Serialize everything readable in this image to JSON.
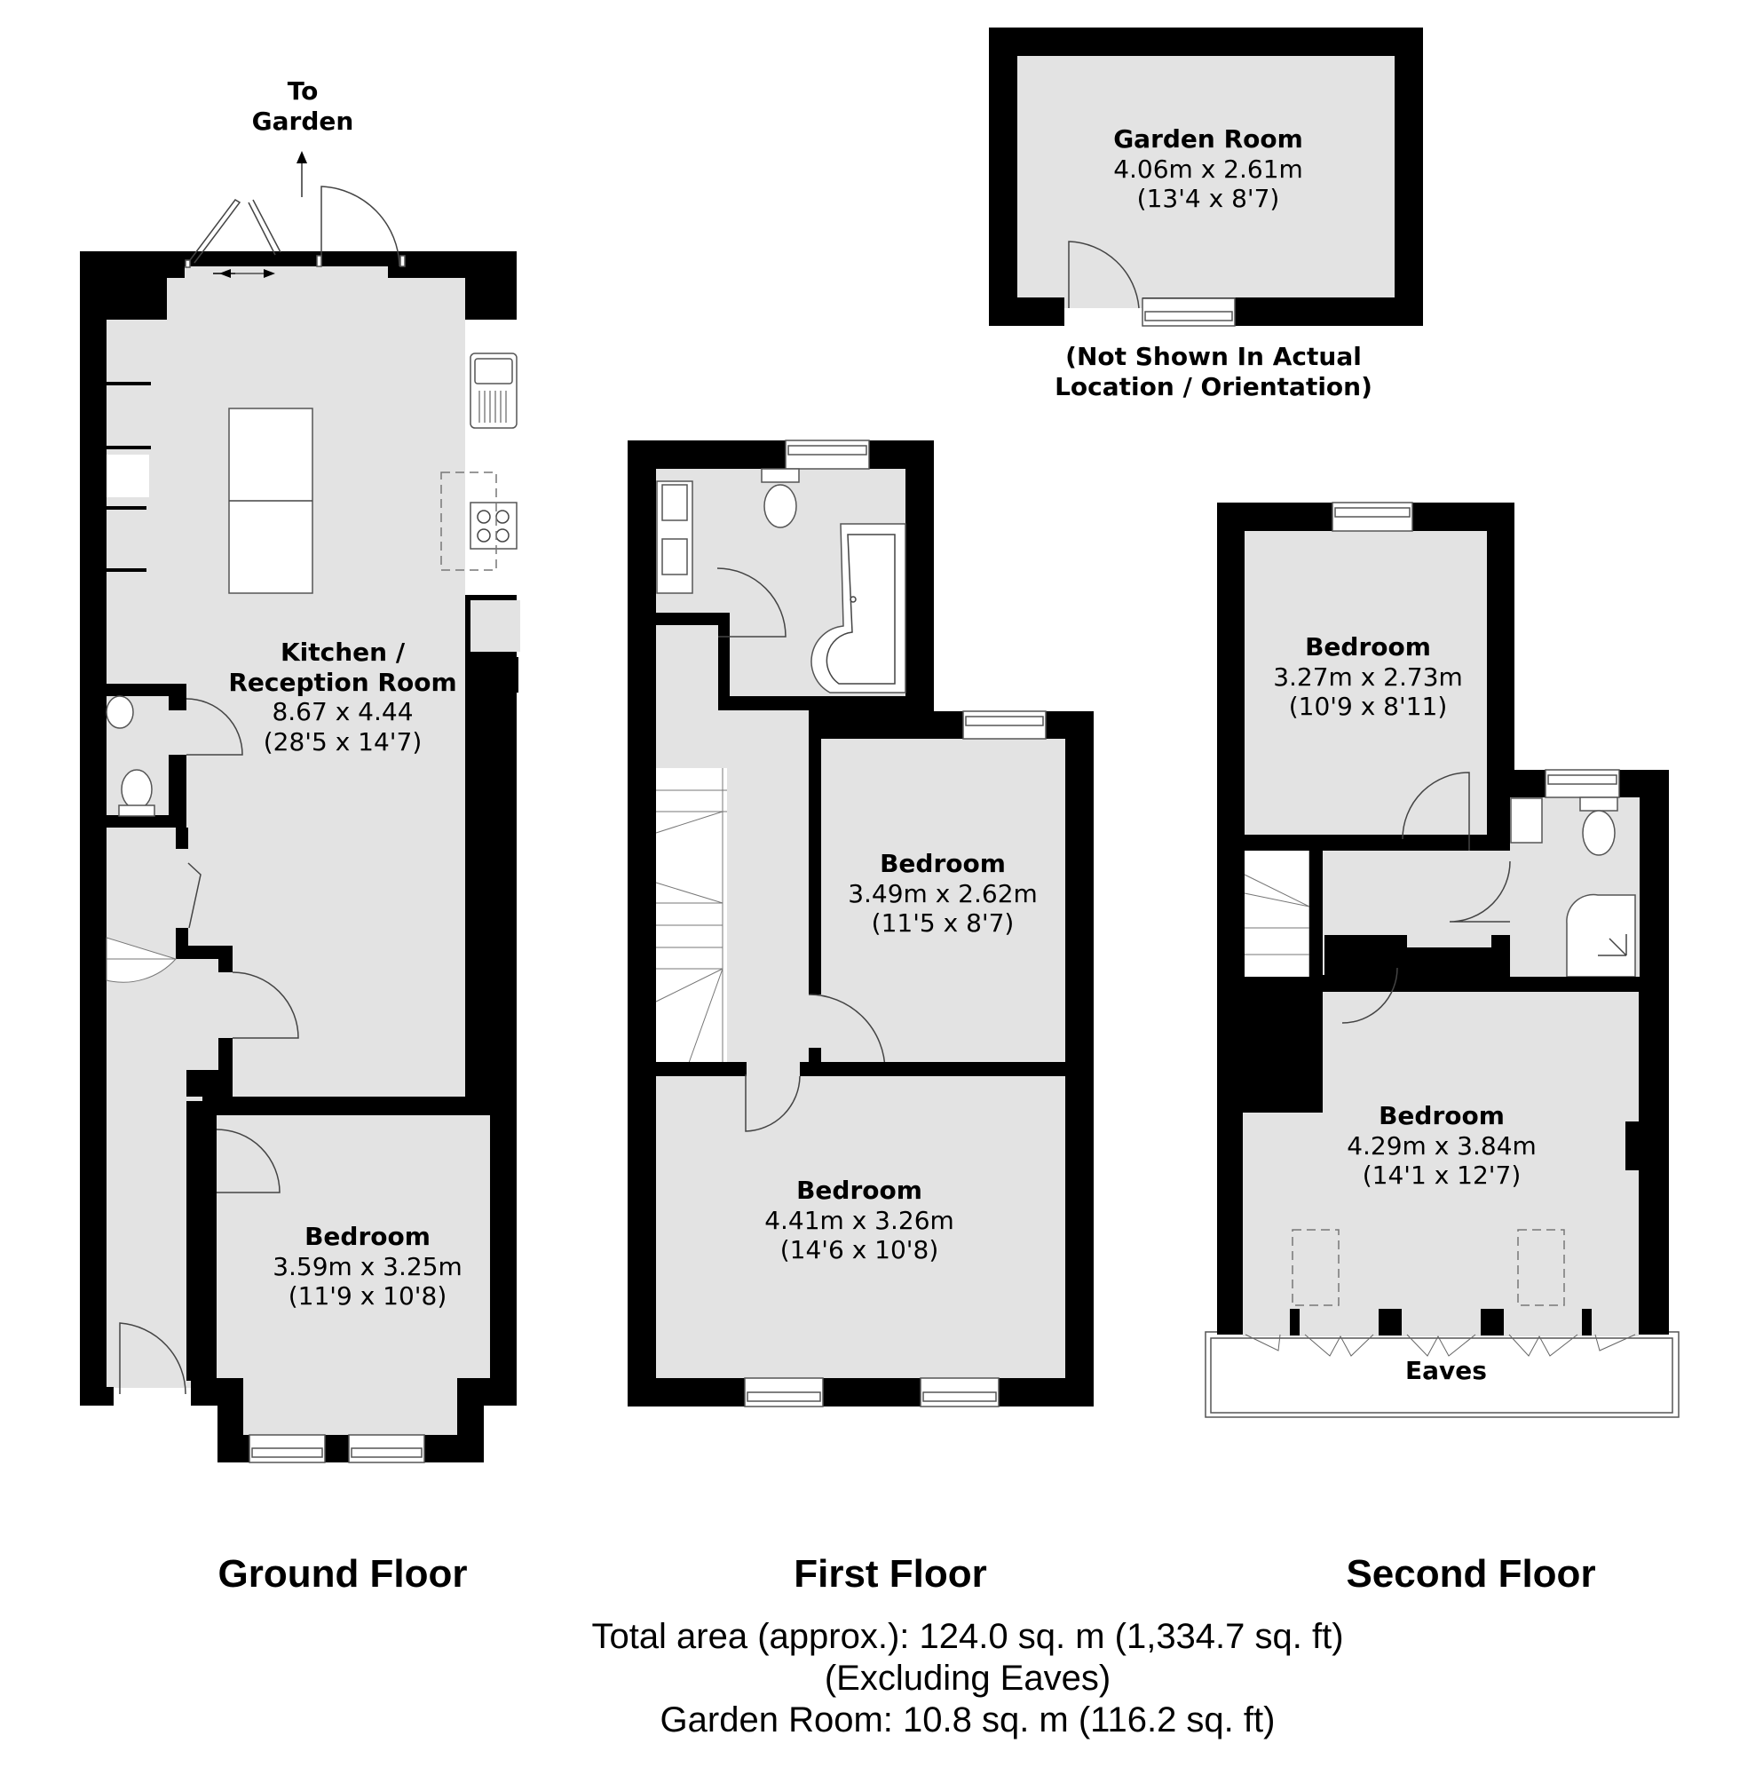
{
  "colors": {
    "wall": "#000000",
    "floor": "#e3e3e3",
    "fixture": "#ffffff",
    "line": "#555555"
  },
  "annotations": {
    "to_garden_line1": "To",
    "to_garden_line2": "Garden",
    "not_shown_line1": "(Not Shown In Actual",
    "not_shown_line2": "Location / Orientation)",
    "eaves": "Eaves"
  },
  "rooms": {
    "garden_room": {
      "name": "Garden Room",
      "metric": "4.06m x 2.61m",
      "imperial": "(13'4 x 8'7)"
    },
    "kitchen": {
      "name_line1": "Kitchen /",
      "name_line2": "Reception Room",
      "metric": "8.67 x 4.44",
      "imperial": "(28'5 x 14'7)"
    },
    "ground_bedroom": {
      "name": "Bedroom",
      "metric": "3.59m x 3.25m",
      "imperial": "(11'9 x 10'8)"
    },
    "first_bedroom_back": {
      "name": "Bedroom",
      "metric": "3.49m x 2.62m",
      "imperial": "(11'5 x 8'7)"
    },
    "first_bedroom_front": {
      "name": "Bedroom",
      "metric": "4.41m x 3.26m",
      "imperial": "(14'6 x 10'8)"
    },
    "second_bedroom_back": {
      "name": "Bedroom",
      "metric": "3.27m x 2.73m",
      "imperial": "(10'9 x 8'11)"
    },
    "second_bedroom_front": {
      "name": "Bedroom",
      "metric": "4.29m x 3.84m",
      "imperial": "(14'1 x 12'7)"
    }
  },
  "floors": {
    "ground": "Ground Floor",
    "first": "First Floor",
    "second": "Second Floor"
  },
  "totals": {
    "total_area": "Total area (approx.): 124.0 sq. m (1,334.7 sq. ft)",
    "excluding": "(Excluding Eaves)",
    "garden_room_area": "Garden Room: 10.8 sq. m (116.2 sq. ft)"
  }
}
